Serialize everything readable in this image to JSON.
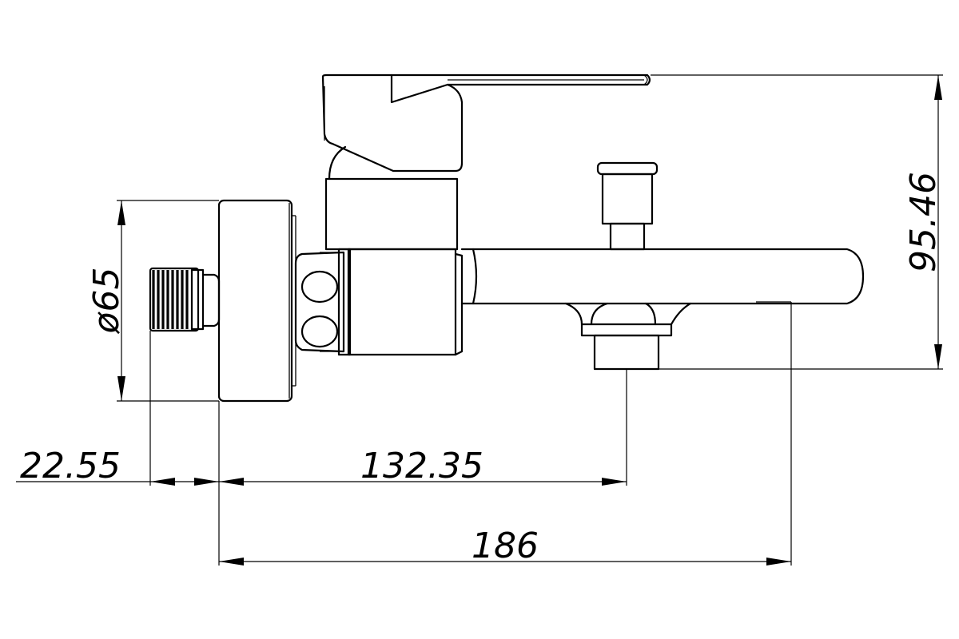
{
  "drawing": {
    "dimensions": {
      "thread_length": "22.55",
      "spout_distance": "132.35",
      "total_length": "186",
      "flange_diameter": "ø65",
      "height": "95.46"
    }
  }
}
